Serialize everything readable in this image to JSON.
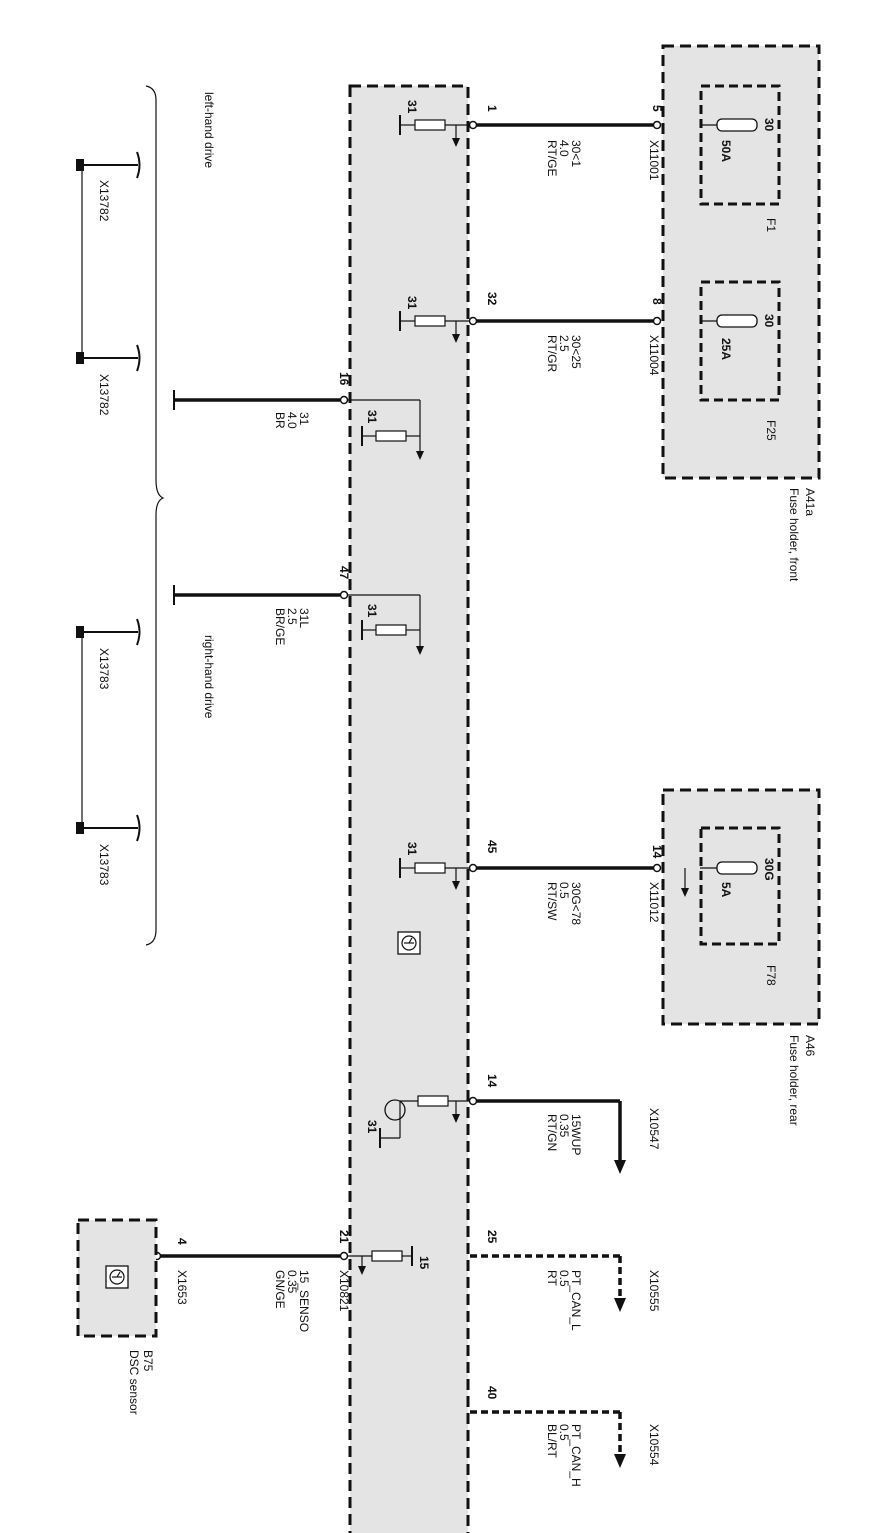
{
  "modules": {
    "a41a": {
      "id": "A41a",
      "name": "Fuse holder, front"
    },
    "a46": {
      "id": "A46",
      "name": "Fuse holder, rear"
    },
    "b75": {
      "id": "B75",
      "name": "DSC sensor"
    }
  },
  "fuses": [
    {
      "id": "F1",
      "terminal": "30",
      "rating": "50A"
    },
    {
      "id": "F25",
      "terminal": "30",
      "rating": "25A"
    },
    {
      "id": "F78",
      "terminal": "30G",
      "rating": "5A"
    }
  ],
  "wires": {
    "w1": {
      "pin_ecu": "1",
      "pin_other": "5",
      "connector": "X11001",
      "signal": "30<1",
      "size": "4.0",
      "color": "RT/GE",
      "ground": "31"
    },
    "w32": {
      "pin_ecu": "32",
      "pin_other": "8",
      "connector": "X11004",
      "signal": "30<25",
      "size": "2.5",
      "color": "RT/GR",
      "ground": "31"
    },
    "w16": {
      "pin_ecu": "16",
      "signal": "31",
      "size": "4.0",
      "color": "BR",
      "ground": "31"
    },
    "w47": {
      "pin_ecu": "47",
      "signal": "31L",
      "size": "2.5",
      "color": "BR/GE",
      "ground": "31"
    },
    "w45": {
      "pin_ecu": "45",
      "pin_other": "14",
      "connector": "X11012",
      "signal": "30G<78",
      "size": "0.5",
      "color": "RT/SW",
      "ground": "31"
    },
    "w14": {
      "pin_ecu": "14",
      "connector": "X10547",
      "signal": "15WUP",
      "size": "0.35",
      "color": "RT/GN",
      "ground": "31"
    },
    "w25": {
      "pin_ecu": "25",
      "connector": "X10555",
      "signal": "PT_CAN_L",
      "size": "0.5",
      "color": "RT"
    },
    "w40": {
      "pin_ecu": "40",
      "connector": "X10554",
      "signal": "PT_CAN_H",
      "size": "0.5",
      "color": "BL/RT"
    },
    "w21": {
      "pin_ecu": "21",
      "pin_other": "4",
      "connector": "X10821",
      "connector2": "X1653",
      "signal": "15_SENSO",
      "size": "0.35",
      "color": "GN/GE",
      "ground": "15"
    }
  },
  "drive_options": {
    "left": "left-hand drive",
    "right": "right-hand drive",
    "left_connectors": [
      "X13782",
      "X13782"
    ],
    "right_connectors": [
      "X13783",
      "X13783"
    ]
  }
}
